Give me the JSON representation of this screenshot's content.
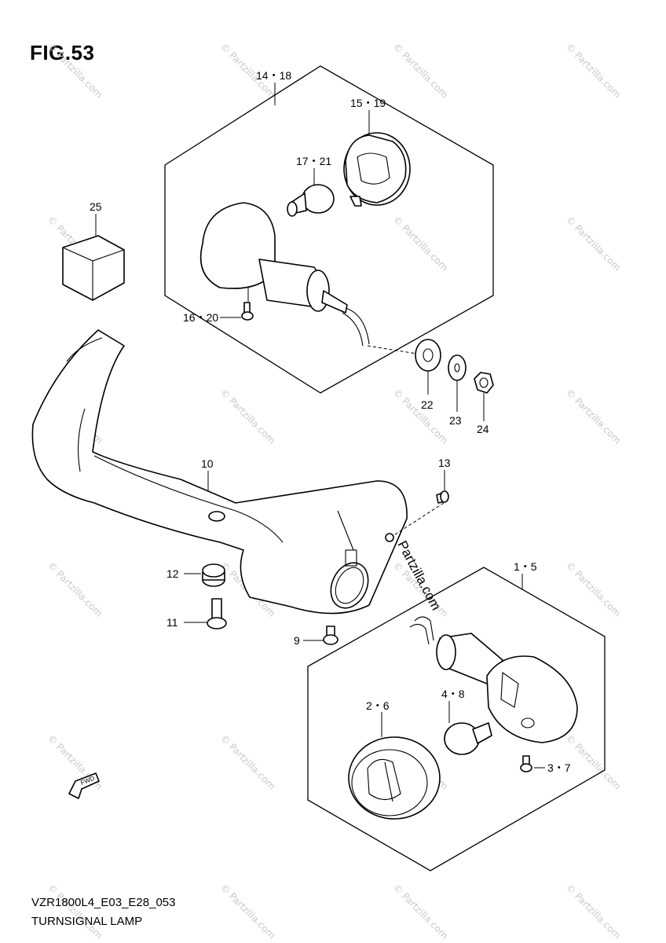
{
  "figure": {
    "title": "FIG.53",
    "model_code": "VZR1800L4_E03_E28_053",
    "name": "TURNSIGNAL LAMP"
  },
  "callouts": [
    {
      "id": "c-14-18",
      "label": "14・18"
    },
    {
      "id": "c-15-19",
      "label": "15・19"
    },
    {
      "id": "c-17-21",
      "label": "17・21"
    },
    {
      "id": "c-25",
      "label": "25"
    },
    {
      "id": "c-16-20",
      "label": "16・20"
    },
    {
      "id": "c-22",
      "label": "22"
    },
    {
      "id": "c-23",
      "label": "23"
    },
    {
      "id": "c-24",
      "label": "24"
    },
    {
      "id": "c-10",
      "label": "10"
    },
    {
      "id": "c-13",
      "label": "13"
    },
    {
      "id": "c-12",
      "label": "12"
    },
    {
      "id": "c-11",
      "label": "11"
    },
    {
      "id": "c-9",
      "label": "9"
    },
    {
      "id": "c-1-5",
      "label": "1・5"
    },
    {
      "id": "c-4-8",
      "label": "4・8"
    },
    {
      "id": "c-2-6",
      "label": "2・6"
    },
    {
      "id": "c-3-7",
      "label": "3・7"
    }
  ],
  "fwd_label": "FWD",
  "watermark": {
    "center_text": "Partzilla.com",
    "tile_text": "© Partzilla.com"
  }
}
